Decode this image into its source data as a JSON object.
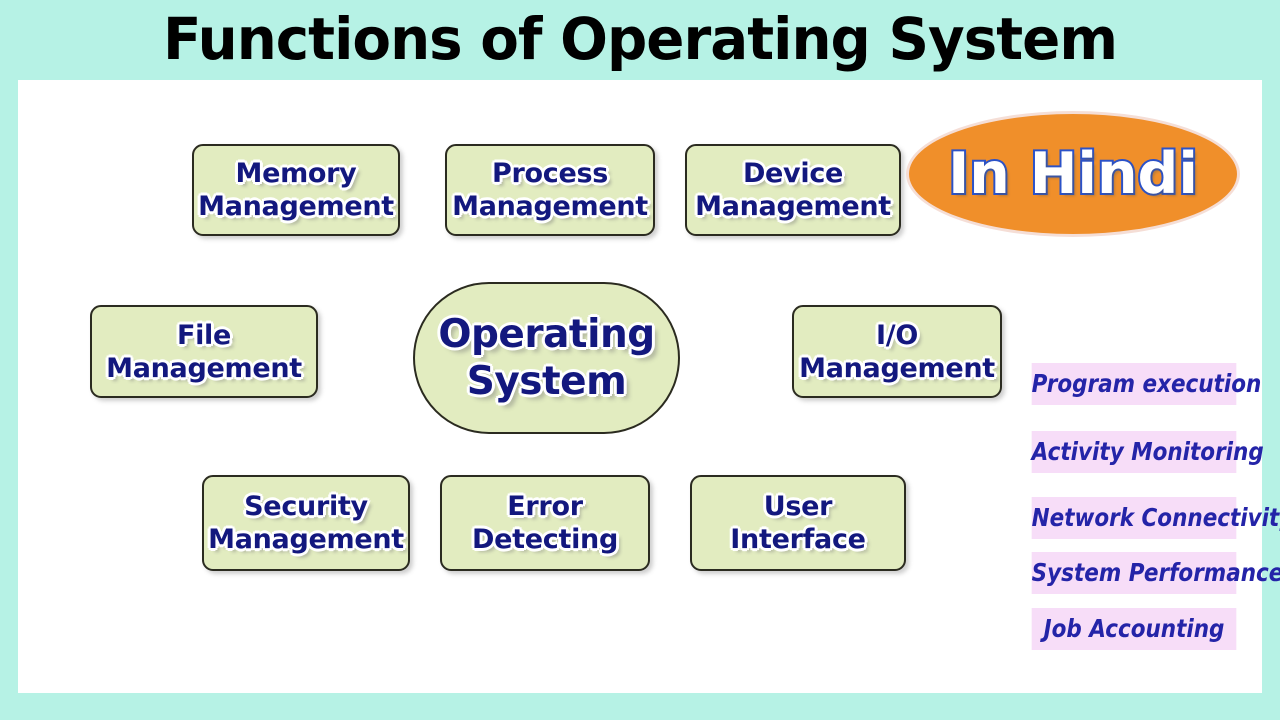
{
  "slide": {
    "title": "Functions of Operating System",
    "background_color": "#b6f2e5",
    "panel_color": "#ffffff"
  },
  "badge": {
    "label": "In Hindi",
    "fill_color": "#f08f2a",
    "text_color": "#ffffff",
    "stroke_color": "#2b52c8"
  },
  "center": {
    "label": "Operating\nSystem"
  },
  "nodes": [
    {
      "label": "Memory\nManagement"
    },
    {
      "label": "Process\nManagement"
    },
    {
      "label": "Device\nManagement"
    },
    {
      "label": "File\nManagement"
    },
    {
      "label": "I/O\nManagement"
    },
    {
      "label": "Security\nManagement"
    },
    {
      "label": "Error\nDetecting"
    },
    {
      "label": "User\nInterface"
    }
  ],
  "capabilities": [
    {
      "label": "Program execution"
    },
    {
      "label": "Activity Monitoring"
    },
    {
      "label": "Network Connectivity"
    },
    {
      "label": "System Performance"
    },
    {
      "label": "Job Accounting"
    }
  ],
  "colors": {
    "node_fill": "#e2ecc0",
    "node_border": "#2b2b20",
    "node_text": "#13187e",
    "pill_fill": "#f7ddf8",
    "pill_text": "#2424a8"
  }
}
